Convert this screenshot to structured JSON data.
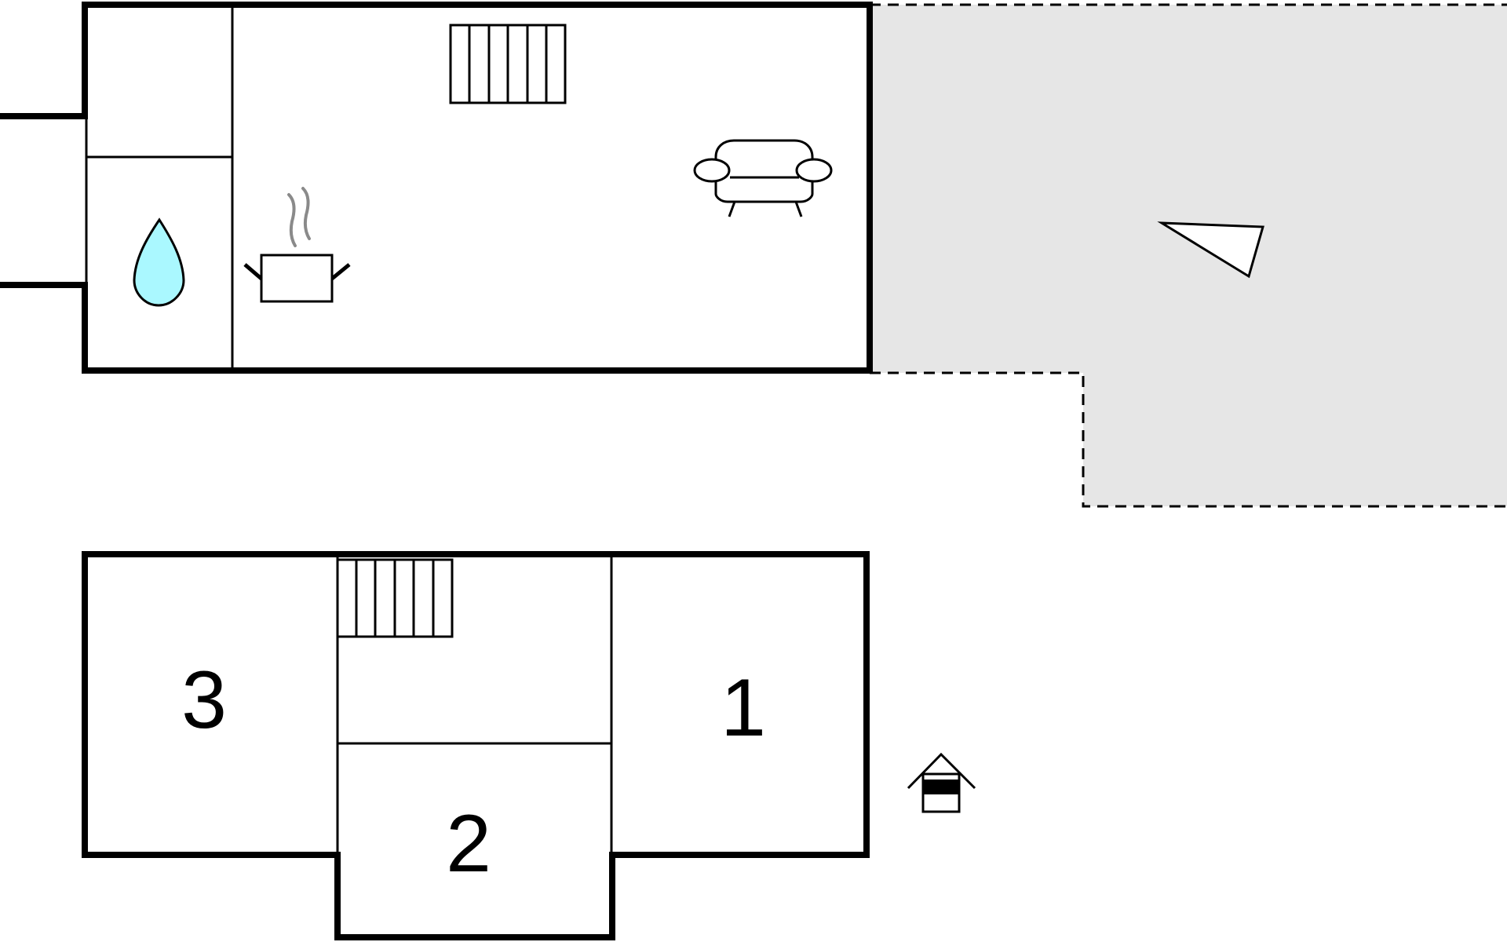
{
  "floor_plan": {
    "rooms": [
      {
        "id": "bedroom-1",
        "label": "1"
      },
      {
        "id": "bedroom-2",
        "label": "2"
      },
      {
        "id": "bedroom-3",
        "label": "3"
      }
    ],
    "symbols": [
      "water-drop-icon",
      "stairs-icon",
      "cooking-pot-icon",
      "sofa-icon",
      "compass-pointer-icon",
      "house-entrance-icon"
    ],
    "colors": {
      "wall": "#000000",
      "terrace_fill": "#e6e6e6",
      "water": "#aaf8ff",
      "steam": "#8a8a8a",
      "background": "#ffffff"
    }
  }
}
